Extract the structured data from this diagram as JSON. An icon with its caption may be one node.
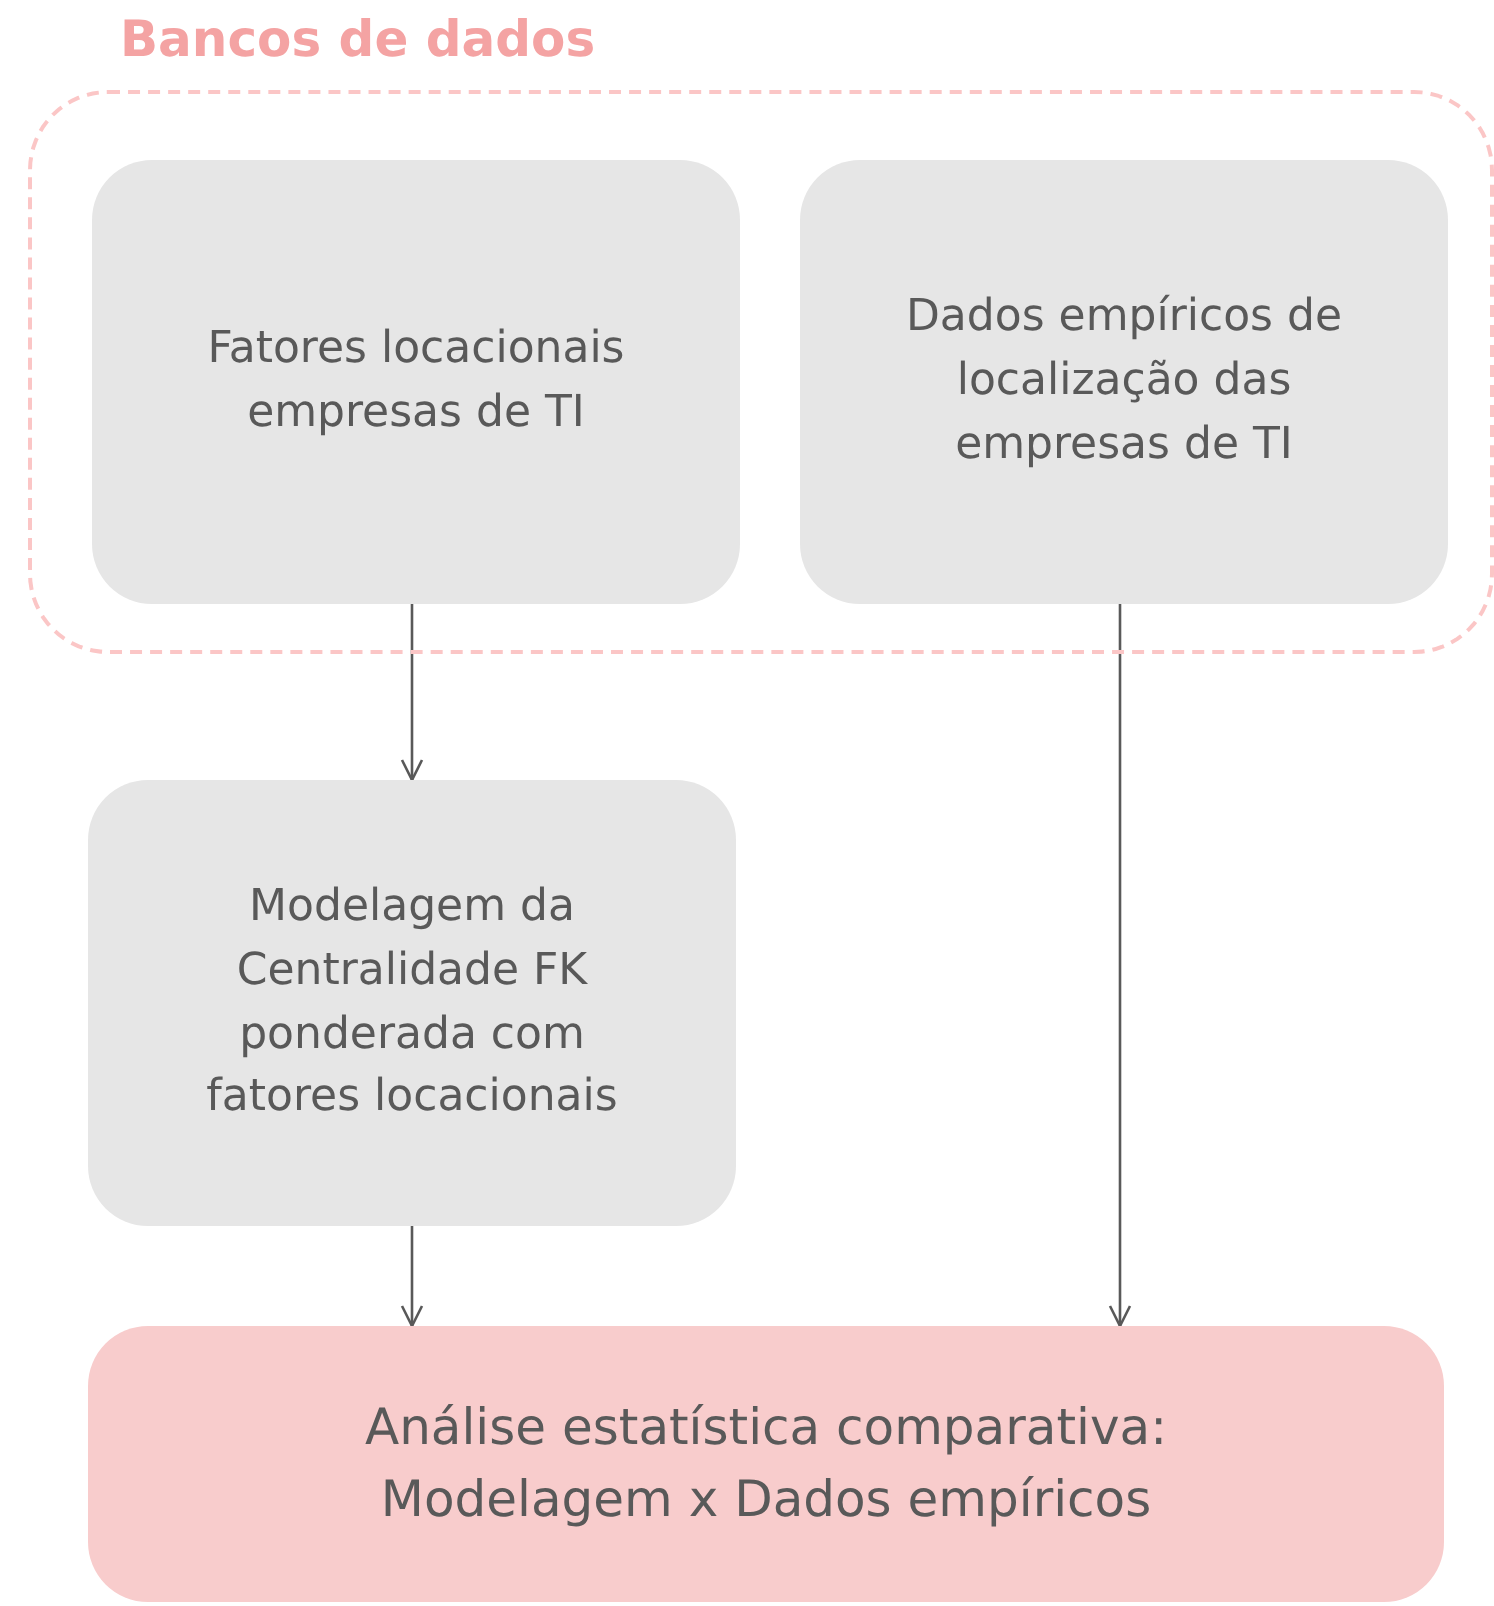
{
  "diagram": {
    "nodes": [
      {
        "text": [
          "Bancos de dados"
        ]
      },
      {
        "text": [
          "Fatores locacionais empresas de TI"
        ],
        "in": 0
      },
      {
        "text": [
          "Dados empíricos de localização das empresas de TI"
        ],
        "in": 0
      },
      {
        "text": [
          "Modelagem da Centralidade FK ponderada com fatores locacionais"
        ]
      },
      {
        "text": [
          "Análise estatística comparativa: Modelagem x Dados empíricos"
        ]
      }
    ],
    "edges": [
      {
        "from": 1,
        "to": 3,
        "arrow": "to"
      },
      {
        "from": 3,
        "to": 4,
        "arrow": "to"
      },
      {
        "from": 2,
        "to": 4,
        "arrow": "to"
      }
    ]
  }
}
